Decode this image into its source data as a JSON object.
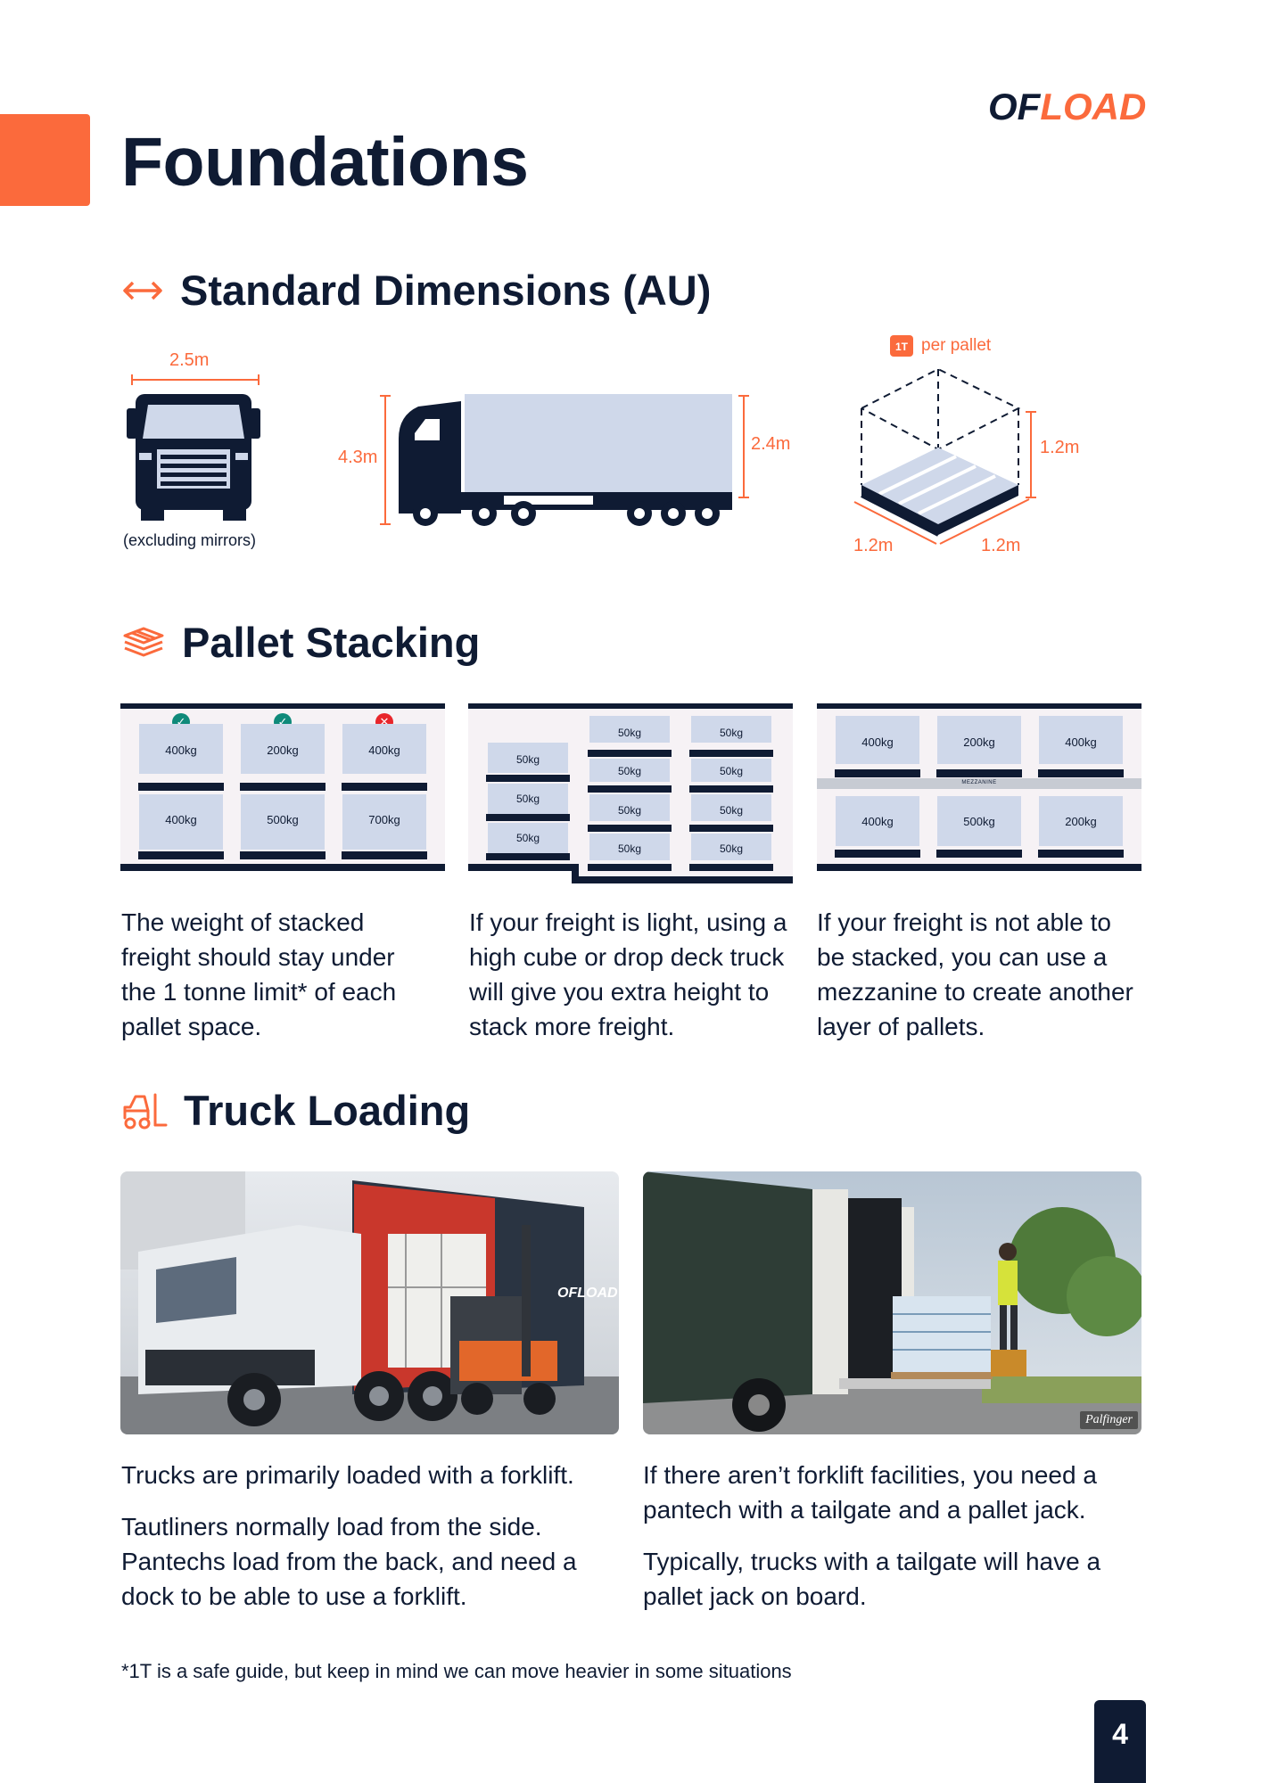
{
  "header": {
    "title": "Foundations",
    "logo_part1": "OF",
    "logo_part2": "LOAD"
  },
  "sections": {
    "dimensions": {
      "title": "Standard Dimensions (AU)",
      "truck_width": "2.5m",
      "truck_width_note": "(excluding mirrors)",
      "truck_height": "4.3m",
      "trailer_height": "2.4m",
      "pallet_weight_badge": "1T",
      "pallet_weight_label": "per pallet",
      "pallet_height": "1.2m",
      "pallet_length": "1.2m",
      "pallet_width": "1.2m"
    },
    "stacking": {
      "title": "Pallet Stacking",
      "panels": [
        {
          "top": [
            "400kg",
            "200kg",
            "400kg"
          ],
          "bottom": [
            "400kg",
            "500kg",
            "700kg"
          ],
          "text": [
            "The weight of stacked",
            "freight should stay under",
            "the 1 tonne limit* of each",
            "pallet space."
          ]
        },
        {
          "col1": [
            "50kg",
            "50kg",
            "50kg"
          ],
          "col2": [
            "50kg",
            "50kg",
            "50kg",
            "50kg"
          ],
          "col3": [
            "50kg",
            "50kg",
            "50kg",
            "50kg"
          ],
          "text": [
            "If your freight is light, using a",
            "high cube or drop deck truck",
            "will give you extra height to",
            "stack more freight."
          ]
        },
        {
          "top": [
            "400kg",
            "200kg",
            "400kg"
          ],
          "mezzanine_label": "MEZZANINE",
          "bottom": [
            "400kg",
            "500kg",
            "200kg"
          ],
          "text": [
            "If your freight is not able to",
            "be stacked, you can use a",
            "mezzanine to create another",
            "layer of pallets."
          ]
        }
      ]
    },
    "loading": {
      "title": "Truck Loading",
      "photo_logo": "OFLOAD",
      "photo_credit": "Palfinger",
      "left_p1": "Trucks are primarily loaded with a forklift.",
      "left_p2": [
        "Tautliners normally load from the side.",
        "Pantechs load from the back, and need a",
        "dock to be able to use a forklift."
      ],
      "right_p1": [
        "If there aren’t forklift facilities, you need a",
        "pantech with a tailgate and a pallet jack."
      ],
      "right_p2": [
        "Typically, trucks with a tailgate will have a",
        "pallet jack on board."
      ]
    }
  },
  "footnote": "*1T is a safe guide, but keep in mind we can move heavier in some situations",
  "page_number": "4",
  "colors": {
    "accent": "#fb6a3c",
    "navy": "#0f1b33",
    "pallet": "#cfd8ea",
    "panel_bg": "#f6f2f5"
  }
}
